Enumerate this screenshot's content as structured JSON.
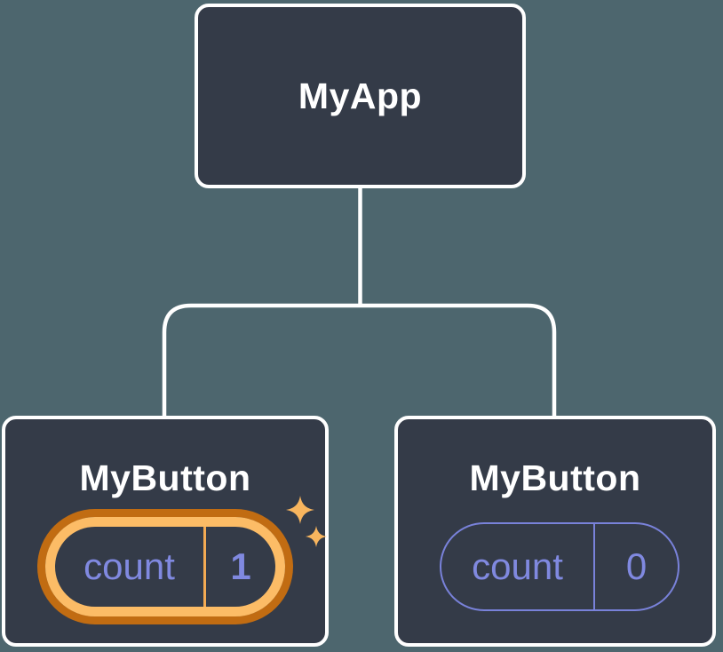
{
  "diagram": {
    "root": {
      "title": "MyApp"
    },
    "children": [
      {
        "title": "MyButton",
        "state": {
          "label": "count",
          "value": "1"
        },
        "highlighted": true
      },
      {
        "title": "MyButton",
        "state": {
          "label": "count",
          "value": "0"
        },
        "highlighted": false
      }
    ]
  },
  "icons": {
    "sparkle": "sparkle-icon"
  },
  "colors": {
    "background": "#4d666e",
    "node_fill": "#343b48",
    "node_border": "#ffffff",
    "connector": "#ffffff",
    "title_text": "#ffffff",
    "state_text": "#8089e0",
    "state_pill_border": "#7982da",
    "highlight_ring_outer": "#c16c12",
    "highlight_ring_inner": "#fcbc66",
    "highlight_divider": "#f3aa53",
    "sparkle": "#f8b55e"
  }
}
